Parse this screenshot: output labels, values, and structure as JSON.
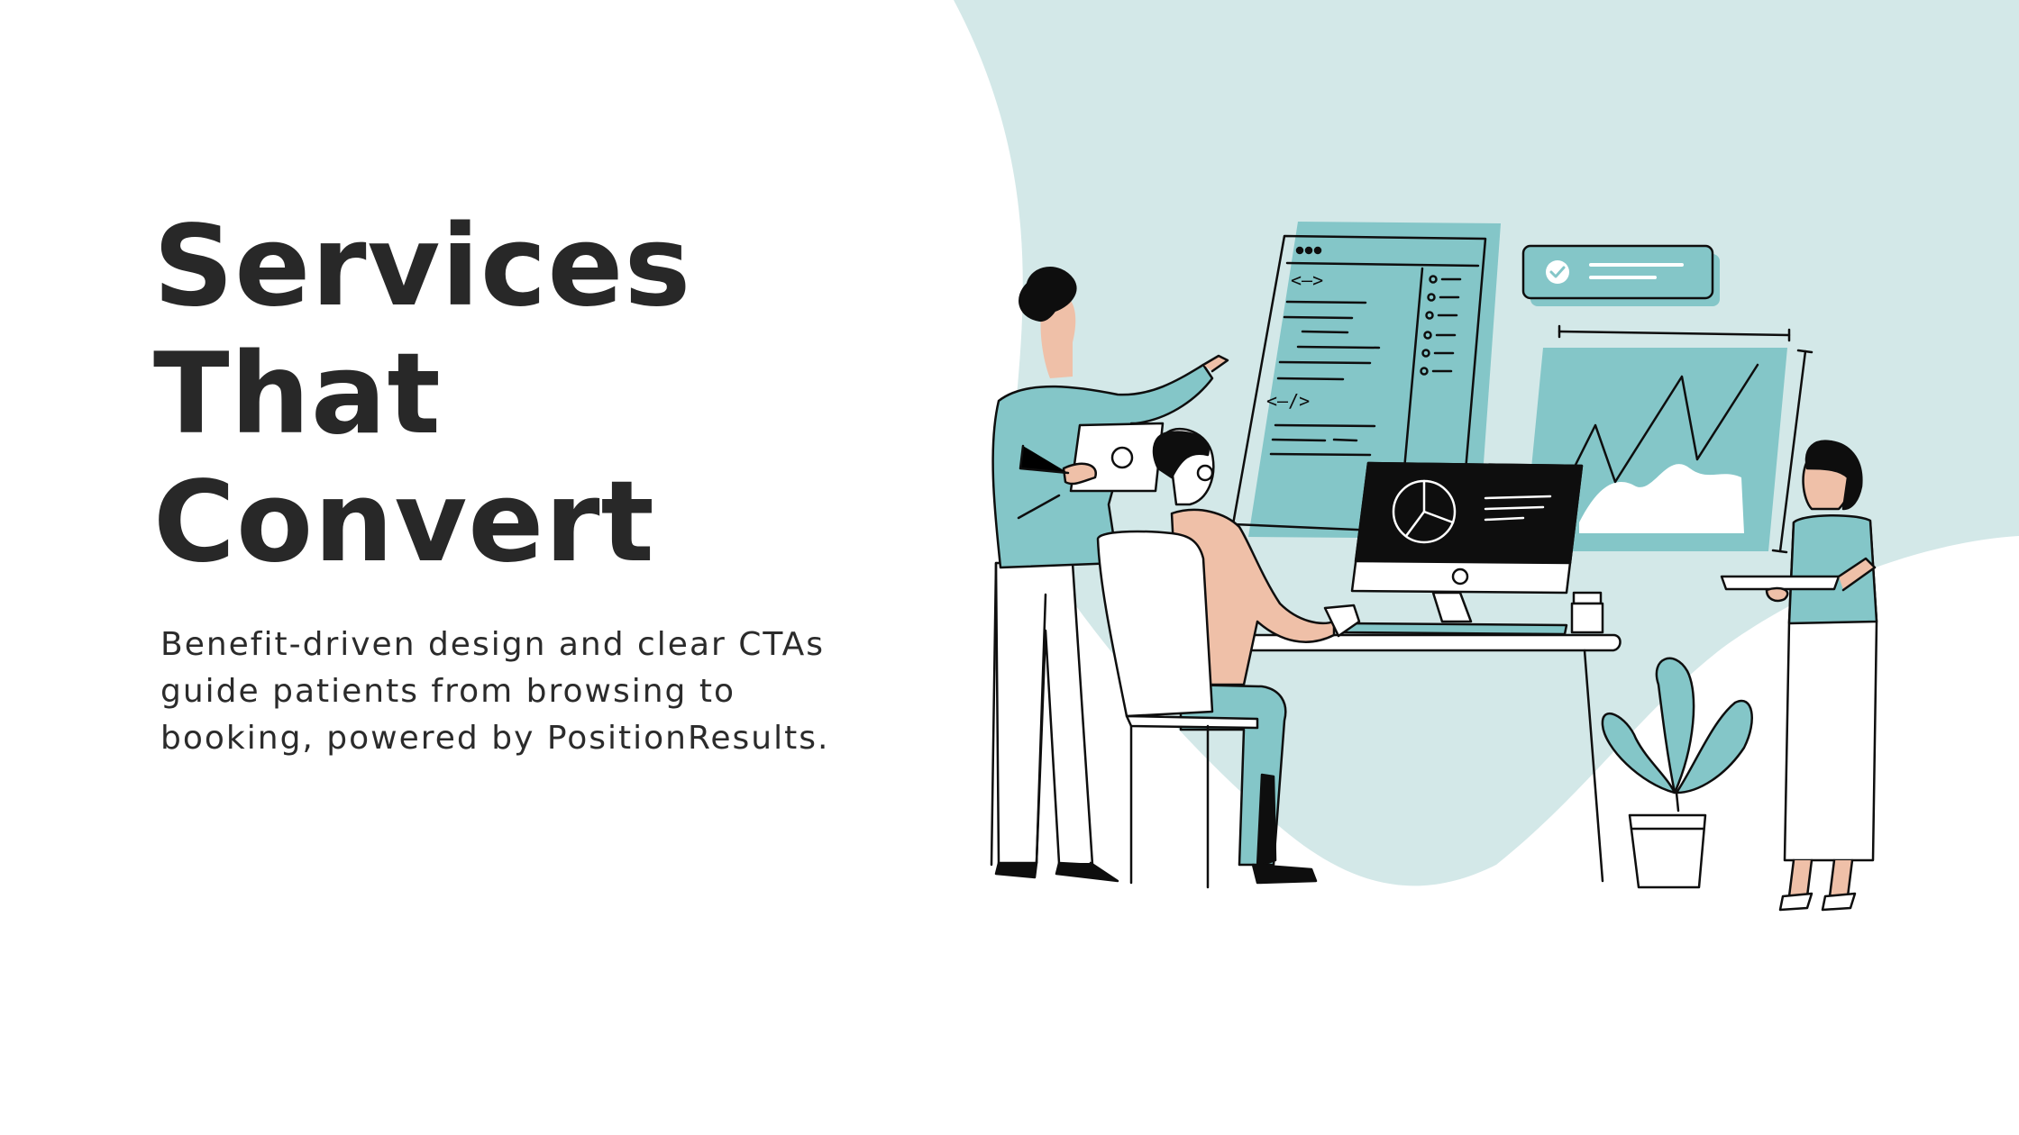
{
  "slide": {
    "headline_lines": [
      "Services",
      "That",
      "Convert"
    ],
    "body": "Benefit-driven design and clear CTAs guide patients from browsing to booking, powered by PositionResults."
  },
  "illustration": {
    "code_open_tag": "<—>",
    "code_close_tag": "<—/>",
    "icons": [
      "check-icon",
      "pie-chart-icon",
      "line-chart-icon"
    ]
  },
  "colors": {
    "accent": "#84C6C8",
    "accent_light": "#D3E8E8",
    "skin": "#EFC0A8",
    "ink": "#0E0E0E",
    "heading": "#282828"
  }
}
